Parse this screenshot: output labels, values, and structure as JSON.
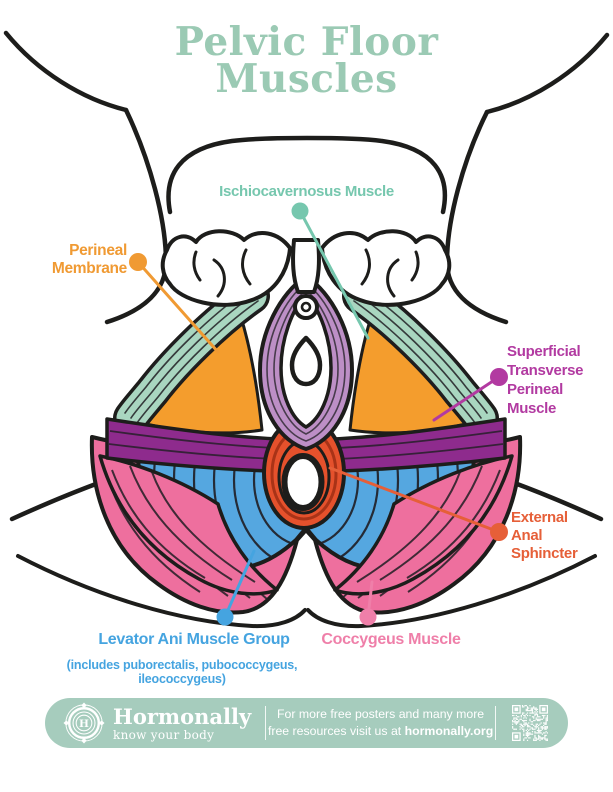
{
  "poster": {
    "title_line1": "Pelvic Floor",
    "title_line2": "Muscles"
  },
  "labels": {
    "ischiocavernosus": {
      "text": "Ischiocavernosus Muscle",
      "color": "#76c7ae"
    },
    "perineal_membrane": {
      "line1": "Perineal",
      "line2": "Membrane",
      "color": "#f09a33"
    },
    "superficial_transverse": {
      "line1": "Superficial",
      "line2": "Transverse",
      "line3": "Perineal",
      "line4": "Muscle",
      "color": "#b23aa1"
    },
    "external_anal_sphincter": {
      "line1": "External",
      "line2": "Anal",
      "line3": "Sphincter",
      "color": "#e65f38"
    },
    "levator_ani": {
      "text": "Levator Ani Muscle Group",
      "subtext": "(includes puborectalis, pubococcygeus, ileococcygeus)",
      "color": "#45a4e0"
    },
    "coccygeus": {
      "text": "Coccygeus Muscle",
      "color": "#ef7fa9"
    }
  },
  "footer": {
    "brand_name": "Hormonally",
    "brand_tagline": "know your body",
    "logo_icon": "hormonally-emblem-icon",
    "message_line1": "For more free posters and many more",
    "message_line2_prefix": "free resources visit us at ",
    "message_line2_link": "hormonally.org",
    "qr_icon": "qr-code",
    "background_color": "#a6ccbd"
  },
  "colors": {
    "outline": "#1d1d1b",
    "stripe": "#211f24",
    "title": "#9bcab4",
    "teal": "#76c7ae",
    "teal-fill": "#a9d6c0",
    "orange": "#f09a33",
    "orange-fill": "#f49d2d",
    "magenta": "#b23aa1",
    "magenta-fill": "#8e2b8d",
    "red": "#e65f38",
    "red-fill": "#e5512c",
    "red-dark": "#a93317",
    "blue": "#45a4e0",
    "blue-fill": "#55a7e0",
    "pink": "#ef7fa9",
    "pink-fill": "#ee6f9e",
    "lavender-fill": "#bd8fc6",
    "footer-bg": "#a6ccbd"
  }
}
